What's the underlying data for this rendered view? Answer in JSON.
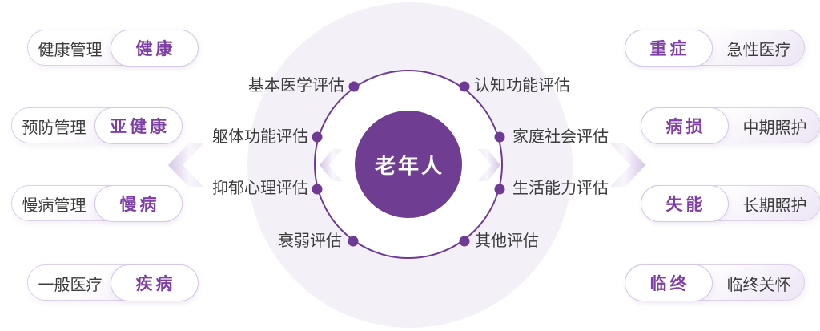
{
  "center": {
    "label": "老年人"
  },
  "ring": {
    "labels": [
      {
        "label": "基本医学评估"
      },
      {
        "label": "认知功能评估"
      },
      {
        "label": "躯体功能评估"
      },
      {
        "label": "家庭社会评估"
      },
      {
        "label": "抑郁心理评估"
      },
      {
        "label": "生活能力评估"
      },
      {
        "label": "衰弱评估"
      },
      {
        "label": "其他评估"
      }
    ]
  },
  "left_panel": {
    "items": [
      {
        "label": "健康管理",
        "pill": "健康"
      },
      {
        "label": "预防管理",
        "pill": "亚健康"
      },
      {
        "label": "慢病管理",
        "pill": "慢病"
      },
      {
        "label": "一般医疗",
        "pill": "疾病"
      }
    ]
  },
  "right_panel": {
    "items": [
      {
        "pill": "重症",
        "label": "急性医疗"
      },
      {
        "pill": "病损",
        "label": "中期照护"
      },
      {
        "pill": "失能",
        "label": "长期照护"
      },
      {
        "pill": "临终",
        "label": "临终关怀"
      }
    ]
  },
  "colors": {
    "center_circle": "#6F3E92",
    "ring_stroke": "#6E3A96",
    "pill_purple_text": "#7D3FA3",
    "dark_text": "#3C3C3C",
    "backdrop_circle": "#F3F0F7",
    "chevron": "#D5C6E7"
  }
}
